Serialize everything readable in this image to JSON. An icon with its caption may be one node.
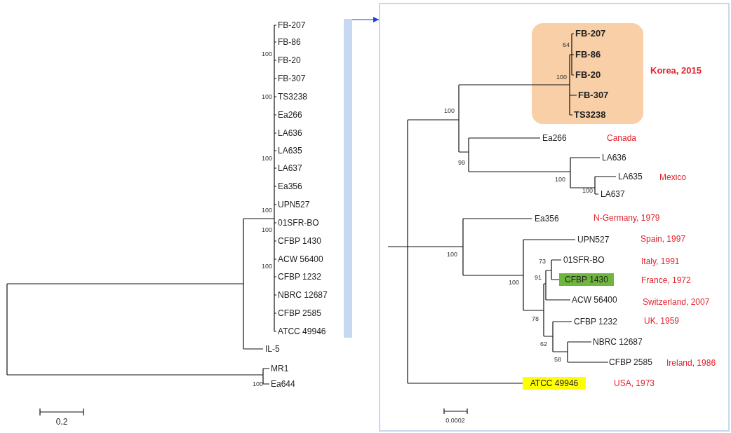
{
  "diagram": {
    "nodes": [
      {
        "text": [],
        "shape": "bar"
      },
      {
        "text": [],
        "shape": "box"
      },
      {
        "text": [
          "FB-207",
          "FB-86",
          "FB-20",
          "FB-307",
          "TS3238"
        ],
        "in": 1,
        "beside": [
          "Korea, 2015"
        ]
      },
      {
        "text": [
          "CFBP 1430"
        ],
        "in": 1,
        "beside": [
          "France, 1972"
        ]
      },
      {
        "text": [
          "ATCC 49946"
        ],
        "in": 1,
        "beside": [
          "USA, 1973"
        ]
      }
    ],
    "edges": [
      {
        "from": 0,
        "to": 1,
        "arrow": "to",
        "color": "#1f3fe0"
      }
    ],
    "labels": [
      "FB-207",
      "FB-86",
      "100",
      "FB-20",
      "FB-307",
      "100",
      "TS3238",
      "Ea266",
      "LA636",
      "LA635",
      "100",
      "LA637",
      "Ea356",
      "UPN527",
      "100",
      "01SFR-BO",
      "100",
      "CFBP 1430",
      "ACW 56400",
      "100",
      "CFBP 1232",
      "NBRC 12687",
      "CFBP 2585",
      "ATCC 49946",
      "IL-5",
      "MR1",
      "100",
      "Ea644",
      "0.2",
      "64",
      "100",
      "100",
      "Ea266",
      "Canada",
      "99",
      "LA636",
      "100",
      "LA635",
      "Mexico",
      "100",
      "LA637",
      "Ea356",
      "N-Germany, 1979",
      "UPN527",
      "Spain, 1997",
      "100",
      "73",
      "01SFR-BO",
      "Italy, 1991",
      "91",
      "100",
      "ACW 56400",
      "Switzerland, 2007",
      "78",
      "CFBP 1232",
      "UK, 1959",
      "62",
      "NBRC 12687",
      "58",
      "CFBP 2585",
      "Ireland, 1986",
      "0.0002"
    ]
  }
}
